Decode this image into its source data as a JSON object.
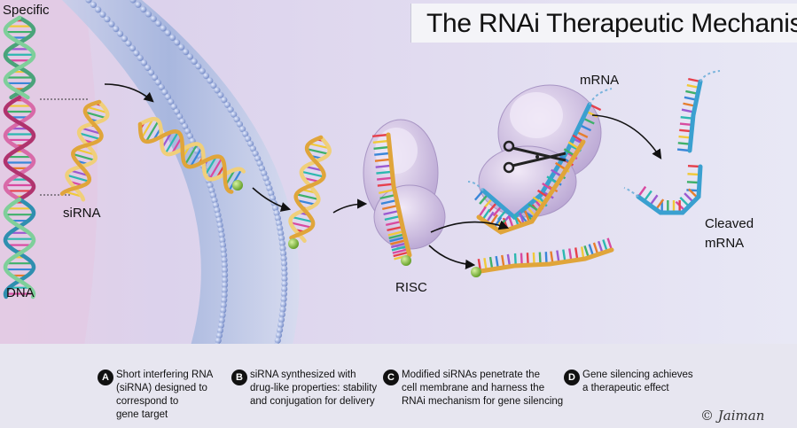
{
  "title": "The RNAi Therapeutic Mechanism",
  "labels": {
    "specific": "Specific",
    "dna": "DNA",
    "sirna": "siRNA",
    "risc": "RISC",
    "mrna": "mRNA",
    "cleaved_line1": "Cleaved",
    "cleaved_line2": "mRNA"
  },
  "steps": [
    {
      "letter": "A",
      "lines": [
        "Short interfering RNA",
        "(siRNA) designed to",
        "correspond to",
        "gene target"
      ]
    },
    {
      "letter": "B",
      "lines": [
        "siRNA synthesized with",
        "drug-like properties: stability",
        "and conjugation for delivery"
      ]
    },
    {
      "letter": "C",
      "lines": [
        "Modified siRNAs penetrate the",
        "cell membrane and harness the",
        "RNAi mechanism for gene silencing"
      ]
    },
    {
      "letter": "D",
      "lines": [
        "Gene silencing achieves",
        "a therapeutic effect"
      ]
    }
  ],
  "signature": "© Jaiman",
  "colors": {
    "background": "#e9e8f4",
    "membrane": "#9fb0d8",
    "helix_gold": "#e0a53a",
    "helix_green": "#7fcf9a",
    "helix_magenta": "#b0336e",
    "risc": "#d8c8ea",
    "mrna_blue": "#3aa0d0",
    "ligand_green": "#8cc63f"
  }
}
